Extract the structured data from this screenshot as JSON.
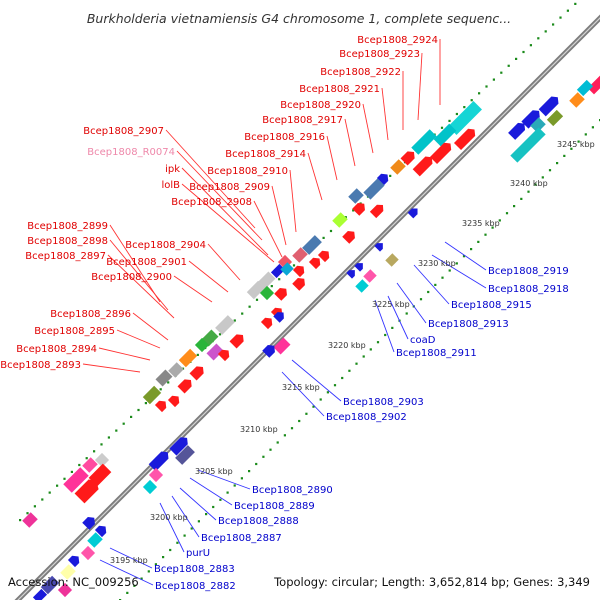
{
  "title": "Burkholderia vietnamiensis G4 chromosome 1, complete sequenc...",
  "footer": {
    "accession": "Accession: NC_009256",
    "summary": "Topology: circular; Length: 3,652,814 bp; Genes: 3,349"
  },
  "colors": {
    "backbone": "#8a8a8a",
    "label_top": "#e00000",
    "label_top_alt": "#ee88aa",
    "label_bottom": "#0000cc",
    "leader_top": "#ff3333",
    "leader_bottom": "#3333ff",
    "dots": "#1a8a1a"
  },
  "ticks": [
    "3195 kbp",
    "3200 kbp",
    "3205 kbp",
    "3210 kbp",
    "3215 kbp",
    "3220 kbp",
    "3225 kbp",
    "3230 kbp",
    "3235 kbp",
    "3240 kbp",
    "3245 kbp"
  ],
  "top_labels": [
    {
      "text": "Bcep1808_2924",
      "alt": false
    },
    {
      "text": "Bcep1808_2923",
      "alt": false
    },
    {
      "text": "Bcep1808_2922",
      "alt": false
    },
    {
      "text": "Bcep1808_2921",
      "alt": false
    },
    {
      "text": "Bcep1808_2920",
      "alt": false
    },
    {
      "text": "Bcep1808_2917",
      "alt": false
    },
    {
      "text": "Bcep1808_2916",
      "alt": false
    },
    {
      "text": "Bcep1808_2907",
      "alt": false
    },
    {
      "text": "Bcep1808_R0074",
      "alt": true
    },
    {
      "text": "Bcep1808_2914",
      "alt": false
    },
    {
      "text": "ipk",
      "alt": false
    },
    {
      "text": "Bcep1808_2910",
      "alt": false
    },
    {
      "text": "lolB",
      "alt": false
    },
    {
      "text": "Bcep1808_2909",
      "alt": false
    },
    {
      "text": "Bcep1808_2908",
      "alt": false
    },
    {
      "text": "Bcep1808_2899",
      "alt": false
    },
    {
      "text": "Bcep1808_2898",
      "alt": false
    },
    {
      "text": "Bcep1808_2904",
      "alt": false
    },
    {
      "text": "Bcep1808_2897",
      "alt": false
    },
    {
      "text": "Bcep1808_2901",
      "alt": false
    },
    {
      "text": "Bcep1808_2900",
      "alt": false
    },
    {
      "text": "Bcep1808_2896",
      "alt": false
    },
    {
      "text": "Bcep1808_2895",
      "alt": false
    },
    {
      "text": "Bcep1808_2894",
      "alt": false
    },
    {
      "text": "Bcep1808_2893",
      "alt": false
    }
  ],
  "bottom_labels": [
    {
      "text": "Bcep1808_2919"
    },
    {
      "text": "Bcep1808_2918"
    },
    {
      "text": "Bcep1808_2915"
    },
    {
      "text": "Bcep1808_2913"
    },
    {
      "text": "coaD"
    },
    {
      "text": "Bcep1808_2911"
    },
    {
      "text": "Bcep1808_2903"
    },
    {
      "text": "Bcep1808_2902"
    },
    {
      "text": "Bcep1808_2890"
    },
    {
      "text": "Bcep1808_2889"
    },
    {
      "text": "Bcep1808_2888"
    },
    {
      "text": "Bcep1808_2887"
    },
    {
      "text": "purU"
    },
    {
      "text": "Bcep1808_2883"
    },
    {
      "text": "Bcep1808_2882"
    }
  ]
}
